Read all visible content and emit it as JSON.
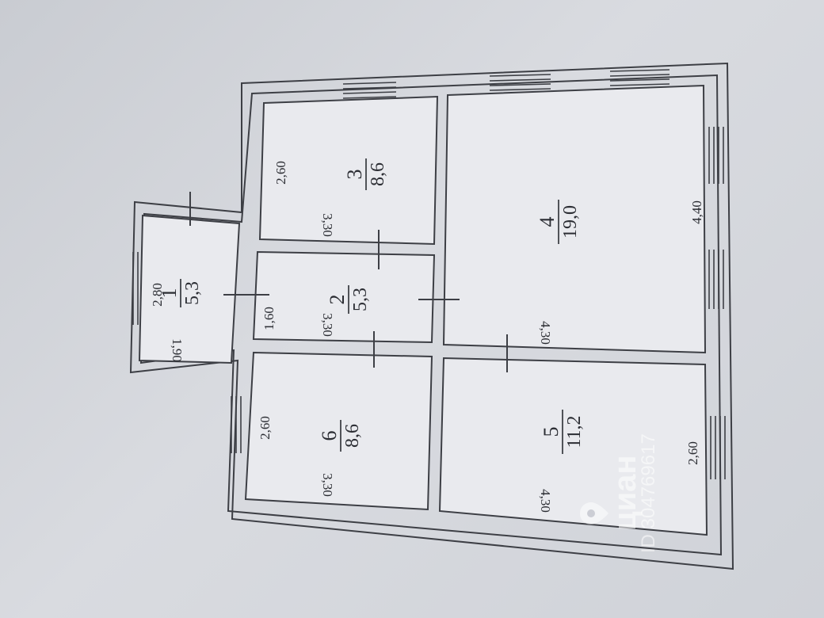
{
  "rooms": [
    {
      "number": "1",
      "area": "5,3",
      "dims": [
        "2,80",
        "1,90"
      ]
    },
    {
      "number": "2",
      "area": "5,3",
      "dims": [
        "1,60",
        "3,30"
      ]
    },
    {
      "number": "3",
      "area": "8,6",
      "dims": [
        "2,60",
        "3,30"
      ]
    },
    {
      "number": "4",
      "area": "19,0",
      "dims": [
        "4,40",
        "4,30"
      ]
    },
    {
      "number": "5",
      "area": "11,2",
      "dims": [
        "2,60",
        "4,30"
      ]
    },
    {
      "number": "6",
      "area": "8,6",
      "dims": [
        "2,60",
        "3,30"
      ]
    }
  ],
  "watermark": {
    "brand": "циан",
    "id": "ID 304769617"
  },
  "colors": {
    "line": "#3d3f45",
    "paper": "#e9eaee",
    "background": "#cfd2d8"
  },
  "icons": [
    "location-pin-icon"
  ]
}
